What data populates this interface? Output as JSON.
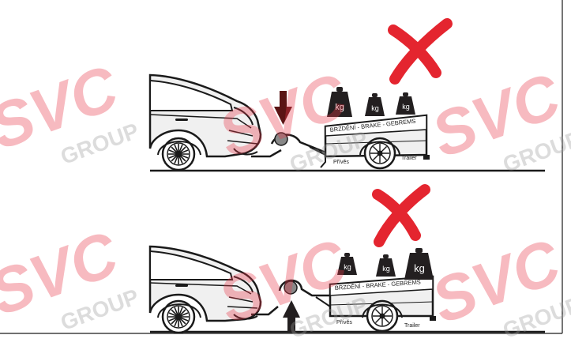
{
  "panels": [
    {
      "id": "top",
      "status": "incorrect",
      "weights": [
        "kg",
        "kg",
        "kg"
      ],
      "trailer_text": "BRZDĚNÍ  -  BRAKE  -  GEBREMS",
      "label_left": "Přívěs",
      "label_right": "Trailer",
      "arrow_direction": "down"
    },
    {
      "id": "bottom",
      "status": "incorrect",
      "weights": [
        "kg",
        "kg",
        "kg"
      ],
      "trailer_text": "BRZDĚNÍ  -  BRAKE  -  GEBREMS",
      "label_left": "Přívěs",
      "label_right": "Trailer",
      "arrow_direction": "up"
    }
  ],
  "watermark": {
    "brand": "SVC",
    "sub": "GROUP",
    "colors": {
      "brand": "#e8394a",
      "sub": "#b0b0b0"
    }
  },
  "colors": {
    "cross": "#e4252f",
    "weight_fill": "#231f20",
    "line": "#1a1a1a",
    "car_fill": "#f0f0f0"
  }
}
